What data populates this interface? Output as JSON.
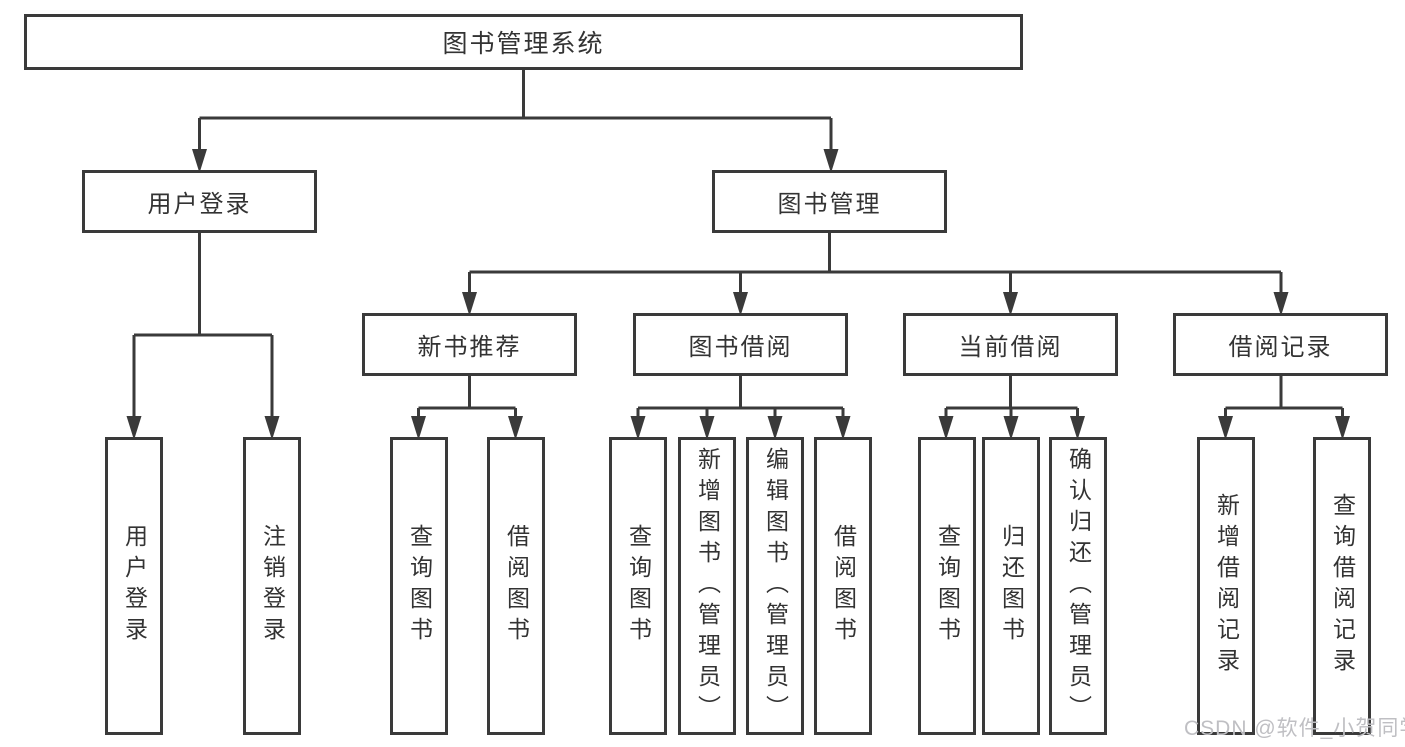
{
  "diagram": {
    "title_node": {
      "label": "图书管理系统"
    },
    "level2": [
      {
        "label": "用户登录"
      },
      {
        "label": "图书管理"
      }
    ],
    "level3": [
      {
        "label": "新书推荐"
      },
      {
        "label": "图书借阅"
      },
      {
        "label": "当前借阅"
      },
      {
        "label": "借阅记录"
      }
    ],
    "leaves": {
      "user_login": [
        {
          "label": "用户登录"
        },
        {
          "label": "注销登录"
        }
      ],
      "new_book_recommend": [
        {
          "label": "查询图书"
        },
        {
          "label": "借阅图书"
        }
      ],
      "book_borrow": [
        {
          "label": "查询图书"
        },
        {
          "label": "新增图书（管理员）"
        },
        {
          "label": "编辑图书（管理员）"
        },
        {
          "label": "借阅图书"
        }
      ],
      "current_borrow": [
        {
          "label": "查询图书"
        },
        {
          "label": "归还图书"
        },
        {
          "label": "确认归还（管理员）"
        }
      ],
      "borrow_records": [
        {
          "label": "新增借阅记录"
        },
        {
          "label": "查询借阅记录"
        }
      ]
    },
    "colors": {
      "line": "#3a3a3a",
      "box_border": "#3a3a3a",
      "text": "#333333",
      "watermark": "#bfbfc3",
      "background": "#ffffff"
    }
  },
  "watermark": {
    "text": "CSDN @软件_小贺同学"
  }
}
